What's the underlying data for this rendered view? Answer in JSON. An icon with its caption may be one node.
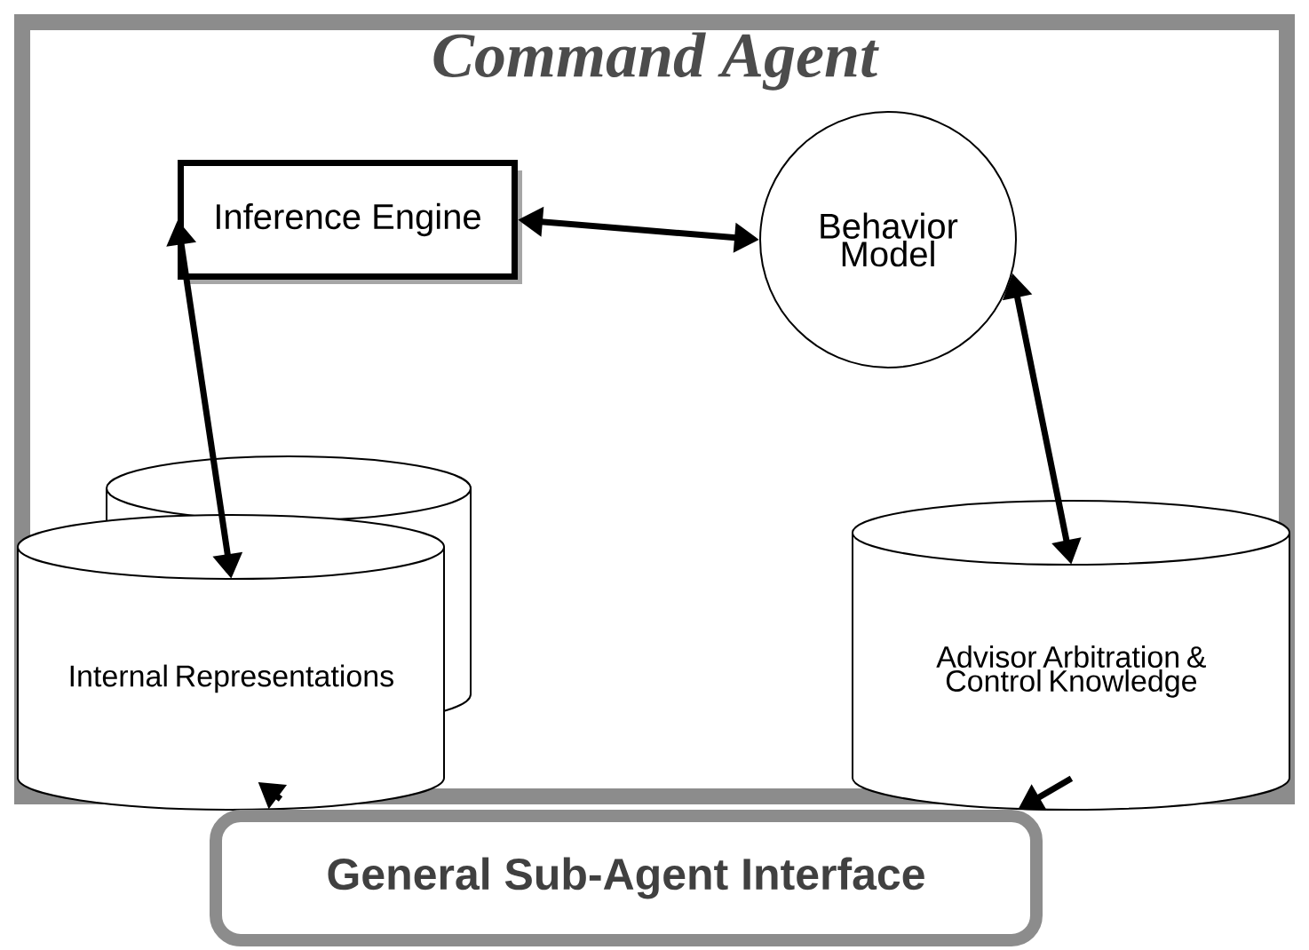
{
  "diagram": {
    "nodes": [
      {
        "text": [
          "Command Agent"
        ]
      },
      {
        "text": [
          "Inference Engine"
        ],
        "in": 0
      },
      {
        "text": [
          "Behavior Model"
        ],
        "in": 0
      },
      {
        "text": [
          "Internal Representations"
        ],
        "in": 0
      },
      {
        "text": [
          "Advisor Arbitration & Control Knowledge"
        ],
        "in": 0
      },
      {
        "text": [
          "General Sub-Agent Interface"
        ]
      }
    ],
    "edges": [
      {
        "from": 1,
        "to": 2,
        "arrow": "both"
      },
      {
        "from": 1,
        "to": 3,
        "arrow": "both"
      },
      {
        "from": 2,
        "to": 4,
        "arrow": "both"
      },
      {
        "from": 5,
        "to": 3,
        "arrow": "to"
      },
      {
        "from": 4,
        "to": 5,
        "arrow": "to"
      }
    ]
  }
}
